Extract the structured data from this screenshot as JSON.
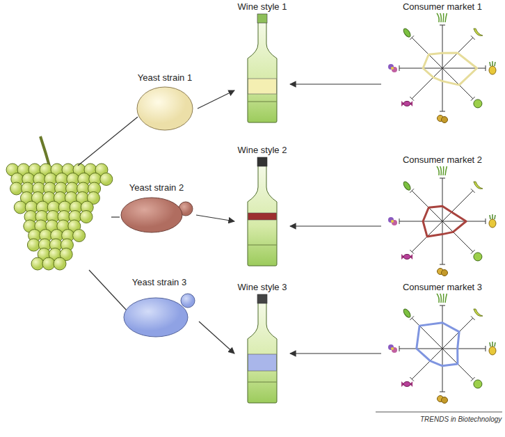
{
  "diagram": {
    "nodes": [
      {
        "text": [
          "Yeast strain 1"
        ]
      },
      {
        "text": [
          "Wine style 1"
        ]
      },
      {
        "text": [
          "Consumer market 1"
        ]
      },
      {
        "text": [
          "Yeast strain 2"
        ]
      },
      {
        "text": [
          "Wine style 2"
        ]
      },
      {
        "text": [
          "Consumer market 2"
        ]
      },
      {
        "text": [
          "Yeast strain 3"
        ]
      },
      {
        "text": [
          "Wine style 3"
        ]
      },
      {
        "text": [
          "Consumer market 3"
        ]
      }
    ],
    "edges": [
      {
        "from": 0,
        "to": 1,
        "arrow": "to"
      },
      {
        "from": 2,
        "to": 1,
        "arrow": "to"
      },
      {
        "from": 3,
        "to": 4,
        "arrow": "to"
      },
      {
        "from": 5,
        "to": 4,
        "arrow": "to"
      },
      {
        "from": 6,
        "to": 7,
        "arrow": "to"
      },
      {
        "from": 8,
        "to": 7,
        "arrow": "to"
      }
    ],
    "labels": [
      "TRENDS in Biotechnology"
    ]
  }
}
